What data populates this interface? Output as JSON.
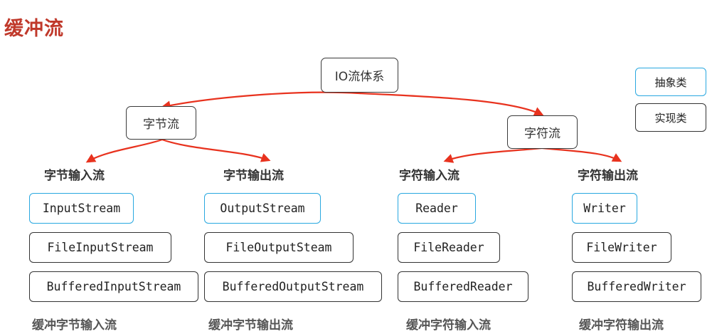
{
  "title": "缓冲流",
  "root": "IO流体系",
  "branches": {
    "byte": "字节流",
    "char": "字符流"
  },
  "legend": {
    "abstract": "抽象类",
    "concrete": "实现类"
  },
  "columns": [
    {
      "heading": "字节输入流",
      "abstract_class": "InputStream",
      "impl_class": "FileInputStream",
      "buffered_class": "BufferedInputStream",
      "footer": "缓冲字节输入流"
    },
    {
      "heading": "字节输出流",
      "abstract_class": "OutputStream",
      "impl_class": "FileOutputSteam",
      "buffered_class": "BufferedOutputStream",
      "footer": "缓冲字节输出流"
    },
    {
      "heading": "字符输入流",
      "abstract_class": "Reader",
      "impl_class": "FileReader",
      "buffered_class": "BufferedReader",
      "footer": "缓冲字符输入流"
    },
    {
      "heading": "字符输出流",
      "abstract_class": "Writer",
      "impl_class": "FileWriter",
      "buffered_class": "BufferedWriter",
      "footer": "缓冲字符输出流"
    }
  ],
  "colors": {
    "title": "#c0392b",
    "arrow": "#e8321e",
    "abstract_border": "#29a8e0",
    "concrete_border": "#333333"
  }
}
